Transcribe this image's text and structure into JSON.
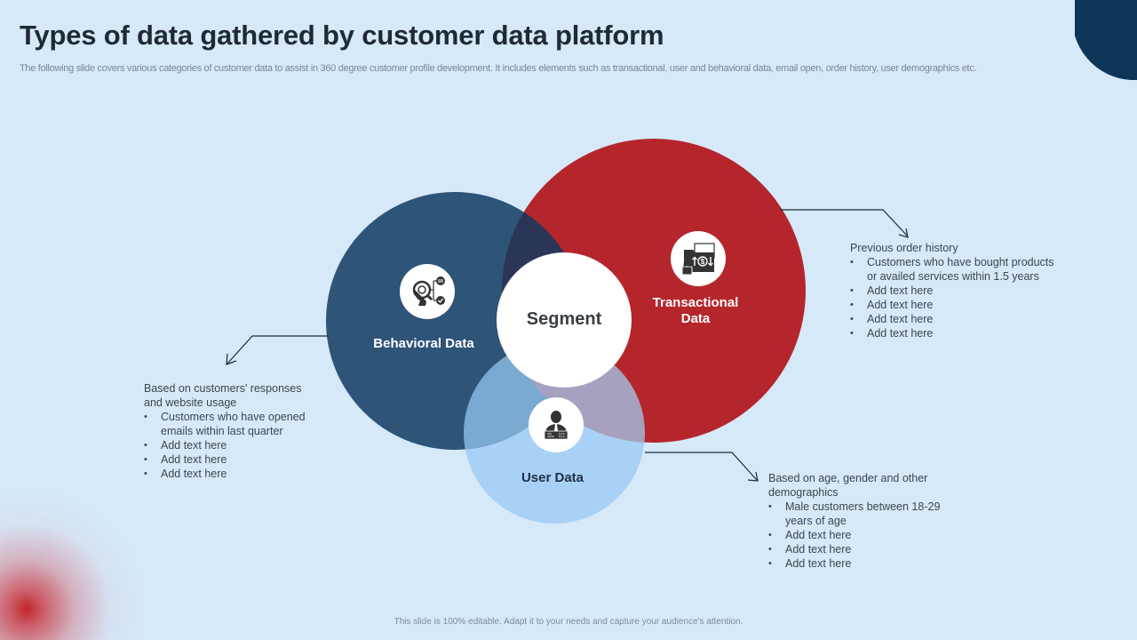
{
  "slide": {
    "title": "Types of data gathered by customer data platform",
    "subtitle": "The following slide covers various categories of customer data to assist in 360 degree customer profile development. It includes elements such as transactional, user and behavioral data, email open, order history, user demographics etc.",
    "footer": "This slide is 100% editable.  Adapt it to your needs and capture your audience's attention."
  },
  "venn": {
    "center_label": "Segment",
    "sets": [
      {
        "id": "behavioral",
        "label": "Behavioral Data",
        "icon": "behavior-analysis-icon",
        "color": "#2e5478",
        "note": {
          "intro": "Based on customers' responses and website usage",
          "bullets": [
            "Customers who have opened emails within last quarter",
            "Add text here",
            "Add text here",
            "Add text here"
          ]
        }
      },
      {
        "id": "transactional",
        "label": "Transactional Data",
        "label_lines": [
          "Transactional",
          "Data"
        ],
        "icon": "secure-payment-folder-icon",
        "color": "#b5262c",
        "note": {
          "intro": "Previous order history",
          "bullets": [
            "Customers who have bought products or availed  services within 1.5 years",
            "Add text here",
            "Add text here",
            "Add text here",
            "Add text here"
          ]
        }
      },
      {
        "id": "user",
        "label": "User Data",
        "icon": "businessman-icon",
        "color": "#a9d1f5",
        "note": {
          "intro": "Based on age, gender and other demographics",
          "bullets": [
            "Male customers between  18-29 years of age",
            "Add text here",
            "Add text here",
            "Add text here"
          ]
        }
      }
    ],
    "overlap_colors": {
      "behavioral_transactional": "#2a3558",
      "behavioral_user": "#7aaad2",
      "transactional_user": "#a6a1bf"
    }
  },
  "decor": {
    "accent_dark": "#0d3558",
    "accent_red": "#c01c20",
    "background": "#d6e9f9"
  }
}
